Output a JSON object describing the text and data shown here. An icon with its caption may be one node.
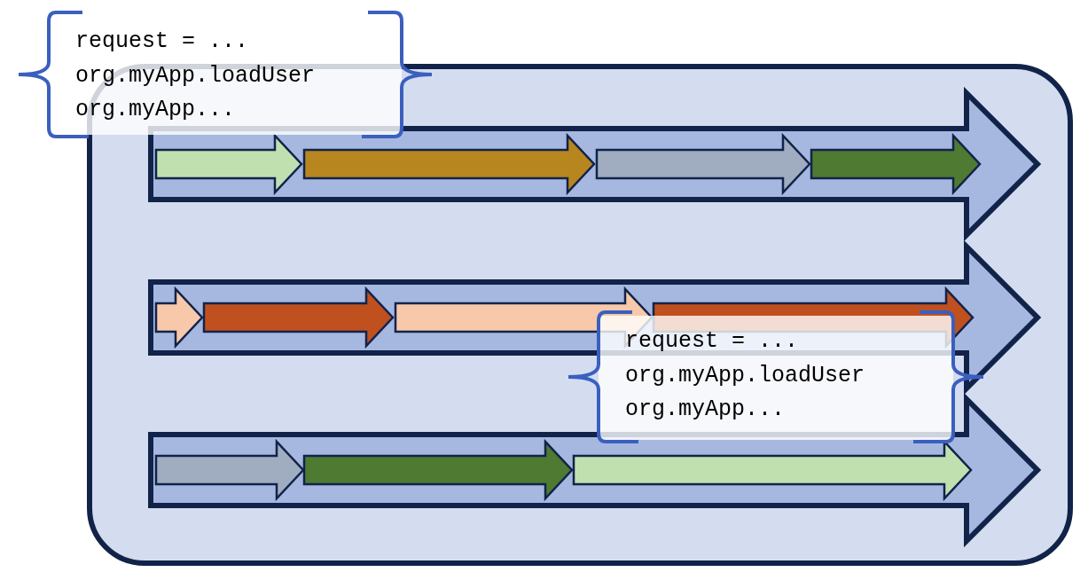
{
  "diagram": {
    "nodes": [
      {
        "text": [],
        "shape": "box"
      },
      {
        "text": [
          "request = ...",
          "org.myApp.loadUser",
          "org.myApp..."
        ]
      },
      {
        "text": [
          "request = ...",
          "org.myApp.loadUser",
          "org.myApp..."
        ],
        "in": 0
      }
    ]
  }
}
